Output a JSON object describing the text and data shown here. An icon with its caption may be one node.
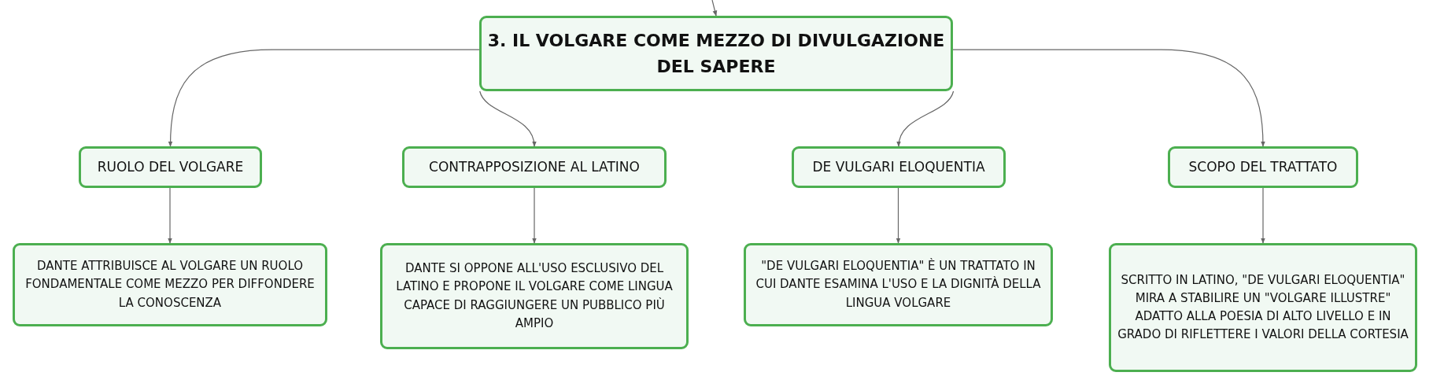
{
  "diagram": {
    "nodes": [
      {
        "text": [
          "3. IL VOLGARE COME MEZZO DI DIVULGAZIONE DEL SAPERE"
        ]
      },
      {
        "text": [
          "RUOLO DEL VOLGARE"
        ]
      },
      {
        "text": [
          "CONTRAPPOSIZIONE AL LATINO"
        ]
      },
      {
        "text": [
          "DE VULGARI ELOQUENTIA"
        ]
      },
      {
        "text": [
          "SCOPO DEL TRATTATO"
        ]
      },
      {
        "text": [
          "DANTE ATTRIBUISCE AL VOLGARE UN RUOLO FONDAMENTALE COME MEZZO PER DIFFONDERE LA CONOSCENZA"
        ]
      },
      {
        "text": [
          "DANTE SI OPPONE ALL'USO ESCLUSIVO DEL LATINO E PROPONE IL VOLGARE COME LINGUA CAPACE DI RAGGIUNGERE UN PUBBLICO PIÙ AMPIO"
        ]
      },
      {
        "text": [
          "\"DE VULGARI ELOQUENTIA\" È UN TRATTATO IN CUI DANTE ESAMINA L'USO E LA DIGNITÀ DELLA LINGUA VOLGARE"
        ]
      },
      {
        "text": [
          "SCRITTO IN LATINO, \"DE VULGARI ELOQUENTIA\" MIRA A STABILIRE UN \"VOLGARE ILLUSTRE\" ADATTO ALLA POESIA DI ALTO LIVELLO E IN GRADO DI RIFLETTERE I VALORI DELLA CORTESIA"
        ]
      }
    ],
    "edges": [
      {
        "from": null,
        "to": 0,
        "arrow": "to"
      },
      {
        "from": 0,
        "to": 1,
        "arrow": "to"
      },
      {
        "from": 0,
        "to": 2,
        "arrow": "to"
      },
      {
        "from": 0,
        "to": 3,
        "arrow": "to"
      },
      {
        "from": 0,
        "to": 4,
        "arrow": "to"
      },
      {
        "from": 1,
        "to": 5,
        "arrow": "to"
      },
      {
        "from": 2,
        "to": 6,
        "arrow": "to"
      },
      {
        "from": 3,
        "to": 7,
        "arrow": "to"
      },
      {
        "from": 4,
        "to": 8,
        "arrow": "to"
      }
    ]
  }
}
